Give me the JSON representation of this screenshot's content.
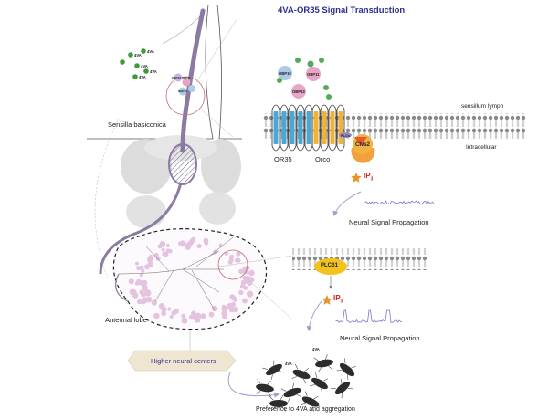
{
  "title": "4VA-OR35 Signal Transduction",
  "labels": {
    "sensilla": "Sensilla basiconica",
    "antennal_lobe": "Antennal lobe",
    "higher_centers": "Higher neural centers",
    "sensillum_lymph": "sensillum lymph",
    "intracellular": "Intracellular",
    "or35": "OR35",
    "orco": "Orco",
    "neural_1": "Neural Signal Propagation",
    "neural_2": "Neural Signal Propagation",
    "preference": "Preference to 4VA and aggregation"
  },
  "molecules": {
    "odorant": "4VA",
    "obp_a": "OBP19",
    "obp_b": "OBP11",
    "obp_c": "OBP13",
    "clvs2": "Clvs2",
    "plc": "PLCs",
    "plcbeta": "PLCβ1",
    "ip3": "IP",
    "ip3_sub": "3"
  },
  "colors": {
    "title": "#2b2f8f",
    "neuron": "#8d7aa3",
    "or35": "#4aa8d8",
    "orco": "#f2b233",
    "ip3_star": "#e8932a",
    "ip3_text": "#d42020",
    "antennal_lobe_dots": "#e3c3df",
    "membrane_head": "#8a8a8a",
    "plcbeta": "#f3c21c",
    "higher_box": "#efe6d2"
  }
}
